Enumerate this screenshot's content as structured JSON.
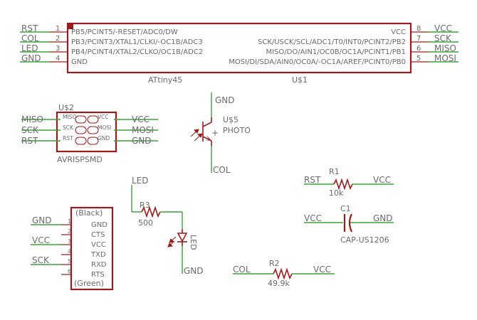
{
  "attiny": {
    "value": "ATtiny45",
    "ref": "U$1",
    "left_pins": [
      {
        "num": "1",
        "name": "PB5/PCINT5/-RESET/ADC0/DW",
        "net": "RST"
      },
      {
        "num": "2",
        "name": "PB3/PCINT3/XTAL1/CLKI/-OC1B/ADC3",
        "net": "COL"
      },
      {
        "num": "3",
        "name": "PB4/PCINT4/XTAL2/CLKO/OC1B/ADC2",
        "net": "LED"
      },
      {
        "num": "4",
        "name": "GND",
        "net": "GND"
      }
    ],
    "right_pins": [
      {
        "num": "8",
        "name": "VCC",
        "net": "VCC"
      },
      {
        "num": "7",
        "name": "SCK/USCK/SCL/ADC1/T0/INT0/PCINT2/PB2",
        "net": "SCK"
      },
      {
        "num": "6",
        "name": "MISO/DO/AIN1/OC0B/OC1A/PCINT1/PB1",
        "net": "MISO"
      },
      {
        "num": "5",
        "name": "MOSI/DI/SDA/AIN0/OC0A/-OC1A/AREF/PCINT0/PB0",
        "net": "MOSI"
      }
    ]
  },
  "isp": {
    "ref": "U$2",
    "value": "AVRISPSMD",
    "left": [
      {
        "net": "MISO",
        "pin": "MISO"
      },
      {
        "net": "SCK",
        "pin": "SCK"
      },
      {
        "net": "RST",
        "pin": "RST"
      }
    ],
    "right": [
      {
        "net": "VCC",
        "pin": "VCC"
      },
      {
        "net": "MOSI",
        "pin": "MOSI"
      },
      {
        "net": "GND",
        "pin": "GND"
      }
    ]
  },
  "photo": {
    "ref": "U$5",
    "value": "PHOTO",
    "top_net": "GND",
    "bottom_net": "COL",
    "plus": "+"
  },
  "r1": {
    "ref": "R1",
    "value": "10k",
    "left_net": "RST",
    "right_net": "VCC"
  },
  "c1": {
    "ref": "C1",
    "value": "CAP-US1206",
    "left_net": "VCC",
    "right_net": "GND"
  },
  "r3": {
    "ref": "R3",
    "value": "500",
    "top_net": "LED",
    "bottom_net": "GND",
    "led_label": "LED"
  },
  "r2": {
    "ref": "R2",
    "value": "49.9k",
    "left_net": "COL",
    "right_net": "VCC"
  },
  "ftdi": {
    "top_label": "(Black)",
    "bottom_label": "(Green)",
    "pins": [
      {
        "num": "1",
        "name": "GND",
        "net": "GND"
      },
      {
        "num": "2",
        "name": "CTS",
        "net": ""
      },
      {
        "num": "3",
        "name": "VCC",
        "net": "VCC"
      },
      {
        "num": "4",
        "name": "TXD",
        "net": ""
      },
      {
        "num": "5",
        "name": "RXD",
        "net": "SCK"
      },
      {
        "num": "6",
        "name": "RTS",
        "net": ""
      }
    ]
  }
}
